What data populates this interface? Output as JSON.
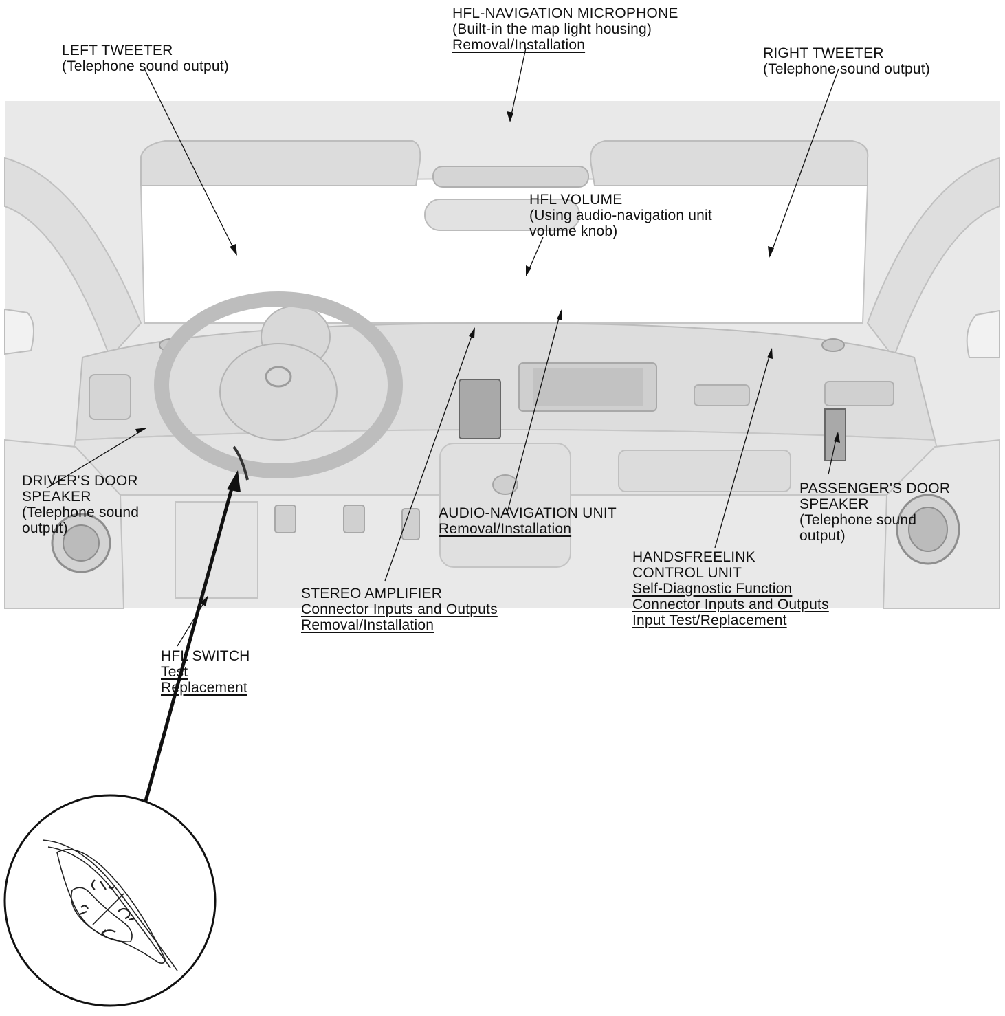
{
  "labels": {
    "mic": {
      "title": "HFL-NAVIGATION MICROPHONE",
      "note": "(Built-in the map light housing)",
      "links": [
        "Removal/Installation"
      ]
    },
    "left_tweeter": {
      "title": "LEFT TWEETER",
      "note": "(Telephone sound output)"
    },
    "right_tweeter": {
      "title": "RIGHT TWEETER",
      "note": "(Telephone sound output)"
    },
    "volume": {
      "title": "HFL VOLUME",
      "note1": "(Using audio-navigation unit",
      "note2": "volume knob)"
    },
    "driver_door": {
      "title1": "DRIVER'S DOOR",
      "title2": "SPEAKER",
      "note1": "(Telephone sound",
      "note2": "output)"
    },
    "passenger_door": {
      "title1": "PASSENGER'S DOOR",
      "title2": "SPEAKER",
      "note1": "(Telephone sound",
      "note2": "output)"
    },
    "audio_nav": {
      "title": "AUDIO-NAVIGATION UNIT",
      "links": [
        "Removal/Installation"
      ]
    },
    "amplifier": {
      "title": "STEREO AMPLIFIER",
      "links": [
        "Connector Inputs and Outputs",
        "Removal/Installation"
      ]
    },
    "hfl_control": {
      "title1": "HANDSFREELINK",
      "title2": "CONTROL UNIT",
      "links": [
        "Self-Diagnostic Function",
        "Connector Inputs and Outputs",
        "Input Test/Replacement"
      ]
    },
    "hfl_switch": {
      "title": "HFL SWITCH",
      "links": [
        "Test",
        "Replacement"
      ]
    }
  },
  "colors": {
    "illustration_fill": "#e6e6e6",
    "illustration_line": "#b4b4b4",
    "leader": "#111111",
    "background": "#ffffff"
  }
}
